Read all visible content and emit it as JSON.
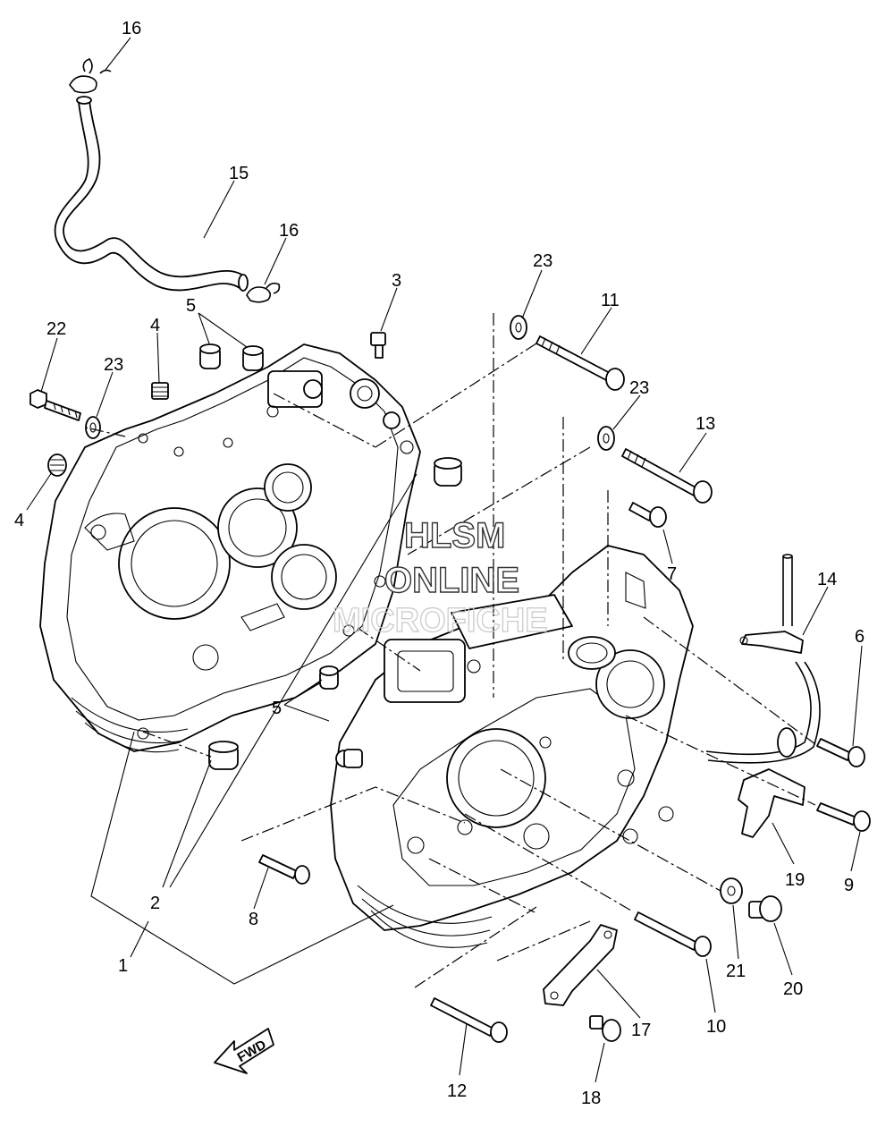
{
  "watermark": {
    "line1": "HLSM",
    "line2": "ONLINE",
    "line3": "MICROFICHE"
  },
  "direction_label": "FWD",
  "callouts": {
    "c1": "1",
    "c2": "2",
    "c3": "3",
    "c4a": "4",
    "c4b": "4",
    "c5a": "5",
    "c5b": "5",
    "c6": "6",
    "c7": "7",
    "c8": "8",
    "c9": "9",
    "c10": "10",
    "c11": "11",
    "c12": "12",
    "c13": "13",
    "c14": "14",
    "c15": "15",
    "c16a": "16",
    "c16b": "16",
    "c17": "17",
    "c18": "18",
    "c19": "19",
    "c20": "20",
    "c21": "21",
    "c22": "22",
    "c23a": "23",
    "c23b": "23",
    "c23c": "23"
  }
}
